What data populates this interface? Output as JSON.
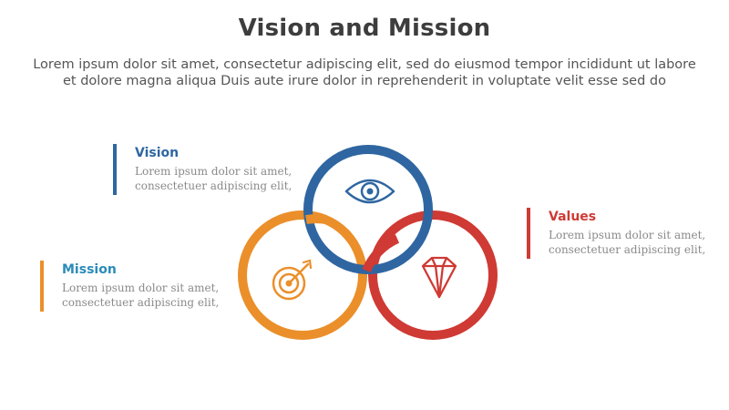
{
  "title": "Vision and Mission",
  "subtitle": {
    "line1": "Lorem ipsum dolor sit amet, consectetur adipiscing elit, sed do eiusmod tempor incididunt ut labore",
    "line2": "et dolore magna aliqua Duis aute irure dolor in reprehenderit in voluptate velit esse sed do"
  },
  "items": [
    {
      "label": "Vision",
      "color": "#2f66a1",
      "desc_line1": "Lorem ipsum dolor sit amet,",
      "desc_line2": "consectetuer adipiscing elit,",
      "icon": "eye-icon"
    },
    {
      "label": "Mission",
      "color": "#eb8f2a",
      "desc_line1": "Lorem ipsum dolor sit amet,",
      "desc_line2": "consectetuer adipiscing elit,",
      "icon": "target-icon"
    },
    {
      "label": "Values",
      "color": "#cf3a34",
      "desc_line1": "Lorem ipsum dolor sit amet,",
      "desc_line2": "consectetuer adipiscing elit,",
      "icon": "diamond-icon"
    }
  ]
}
